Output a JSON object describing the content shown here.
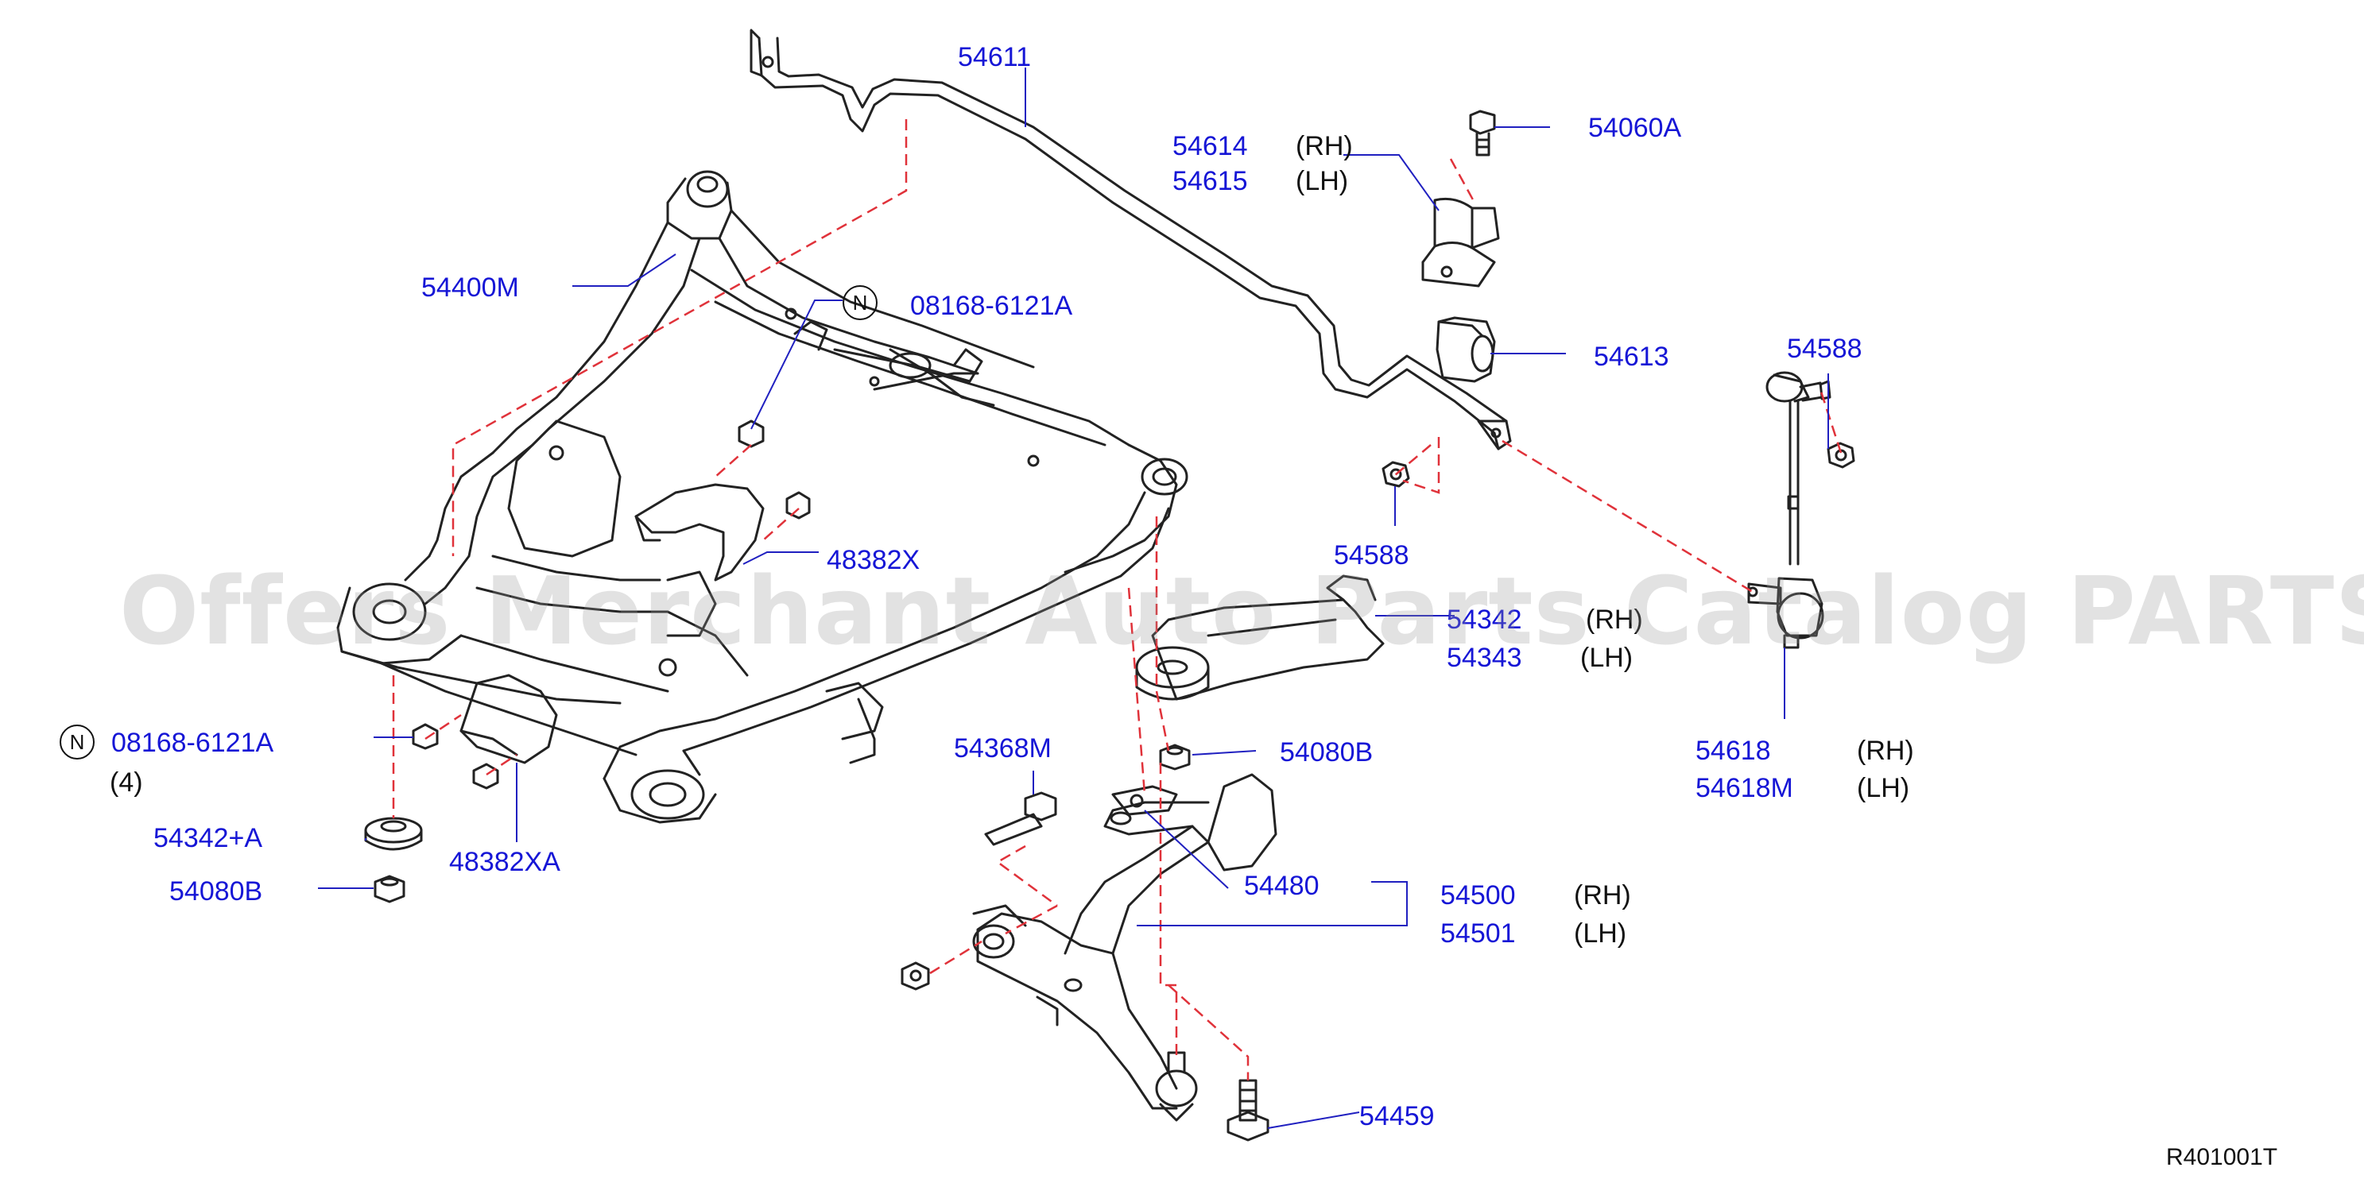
{
  "diagram": {
    "code": "R401001T",
    "watermark": "Offers Merchant Auto Parts Catalog PARTSTORE.SA",
    "colors": {
      "label": "#1616d6",
      "leader": "#2020c0",
      "part_line": "#222222",
      "dashed": "#e0323a"
    },
    "parts": {
      "p54611": "54611",
      "p54614": "54614",
      "p54615": "54615",
      "p54060A": "54060A",
      "p54400M": "54400M",
      "p08168_top": "08168-6121A",
      "p54613": "54613",
      "p54588_right": "54588",
      "p54588_mid": "54588",
      "p48382X": "48382X",
      "p54342": "54342",
      "p54343": "54343",
      "p08168_left": "08168-6121A",
      "p54618": "54618",
      "p54618M": "54618M",
      "p54080B_mid": "54080B",
      "p54368M": "54368M",
      "p54342A": "54342+A",
      "p48382XA": "48382XA",
      "p54080B_left": "54080B",
      "p54480": "54480",
      "p54500": "54500",
      "p54501": "54501",
      "p54459": "54459"
    },
    "side": {
      "rh_54614": "(RH)",
      "lh_54615": "(LH)",
      "rh_54342": "(RH)",
      "lh_54343": "(LH)",
      "rh_54618": "(RH)",
      "lh_54618M": "(LH)",
      "rh_54500": "(RH)",
      "lh_54501": "(LH)"
    },
    "qty_08168_left": "(4)",
    "n_mark": "N"
  }
}
